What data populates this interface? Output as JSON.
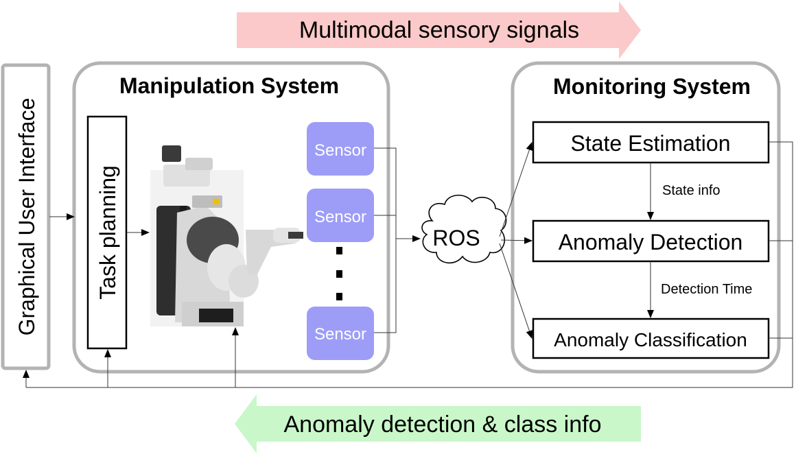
{
  "top_banner": {
    "text": "Multimodal sensory signals",
    "color": "#fbc9c9"
  },
  "bottom_banner": {
    "text": "Anomaly detection & class info",
    "color": "#c9f7c9"
  },
  "gui": {
    "label": "Graphical User Interface"
  },
  "manipulation": {
    "title": "Manipulation System",
    "task_planning": "Task planning",
    "sensors": [
      "Sensor",
      "Sensor",
      "Sensor"
    ],
    "sensor_color": "#9d9df7"
  },
  "ros": {
    "label": "ROS"
  },
  "monitoring": {
    "title": "Monitoring System",
    "state_estimation": "State Estimation",
    "state_info": "State info",
    "anomaly_detection": "Anomaly Detection",
    "detection_time": "Detection Time",
    "anomaly_classification": "Anomaly Classification"
  },
  "robot_image": {
    "icon": "pr2-robot-icon"
  },
  "colors": {
    "group_border": "#b3b3b3"
  }
}
